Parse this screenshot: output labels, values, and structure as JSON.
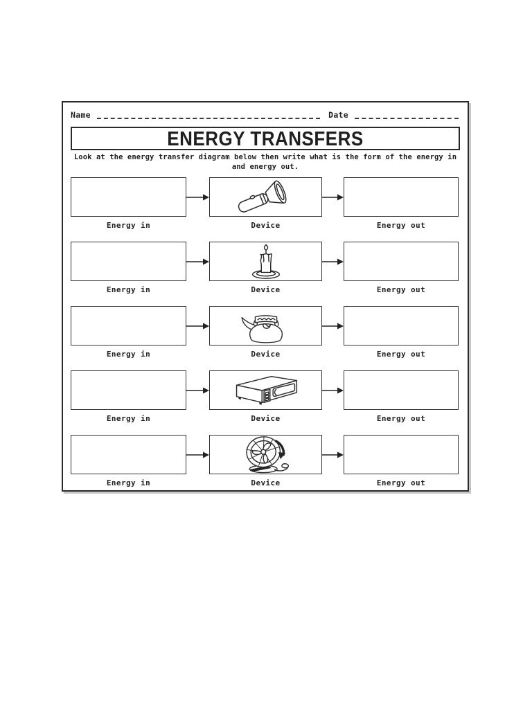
{
  "sheet": {
    "name_label": "Name",
    "name_value": "",
    "date_label": "Date",
    "date_value": "",
    "title": "ENERGY TRANSFERS",
    "instructions_line1": "Look at the energy transfer diagram below then write what is the form of the energy in",
    "instructions_line2": "and energy out.",
    "labels": {
      "energy_in": "Energy in",
      "device": "Device",
      "energy_out": "Energy out"
    },
    "rows": [
      {
        "device": "flashlight",
        "energy_in": "",
        "energy_out": ""
      },
      {
        "device": "candle",
        "energy_in": "",
        "energy_out": ""
      },
      {
        "device": "kettle",
        "energy_in": "",
        "energy_out": ""
      },
      {
        "device": "microwave",
        "energy_in": "",
        "energy_out": ""
      },
      {
        "device": "fan",
        "energy_in": "",
        "energy_out": ""
      }
    ],
    "colors": {
      "ink": "#1f1f1f",
      "paper": "#ffffff",
      "border": "#2a2a2a"
    }
  }
}
